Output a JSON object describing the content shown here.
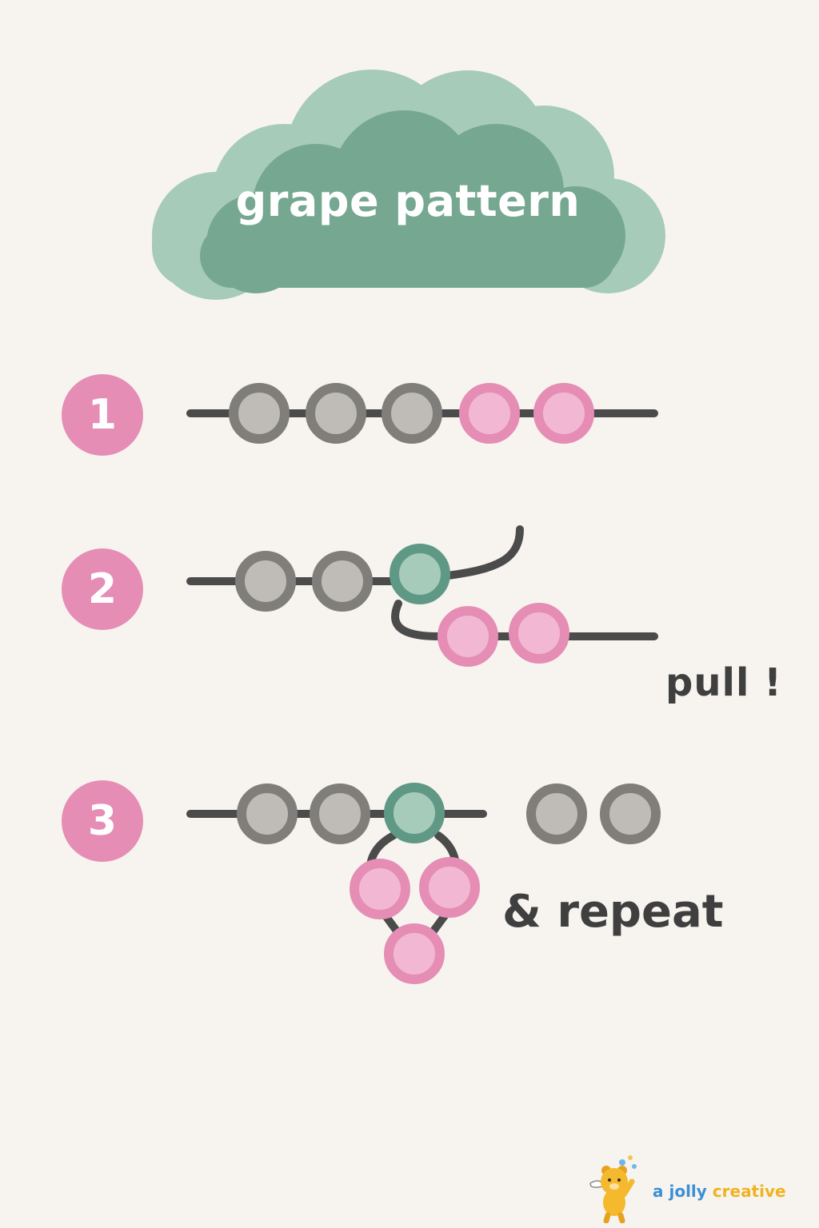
{
  "title": "grape pattern",
  "steps": [
    {
      "number": "1"
    },
    {
      "number": "2",
      "note": "pull !"
    },
    {
      "number": "3",
      "note": "& repeat"
    }
  ],
  "brand": {
    "word1": "a",
    "word2": "jolly",
    "word3": "creative"
  },
  "colors": {
    "background": "#f7f4ef",
    "cloud_light": "#a6cbb8",
    "cloud_dark": "#76a891",
    "pink": "#e58db5",
    "pink_inner": "#f2b8d3",
    "gray_ring": "#7f7e7b",
    "gray_inner": "#bfbcb7",
    "green_ring": "#5f9986",
    "green_inner": "#a7cbbb",
    "string": "#4b4b4b"
  }
}
